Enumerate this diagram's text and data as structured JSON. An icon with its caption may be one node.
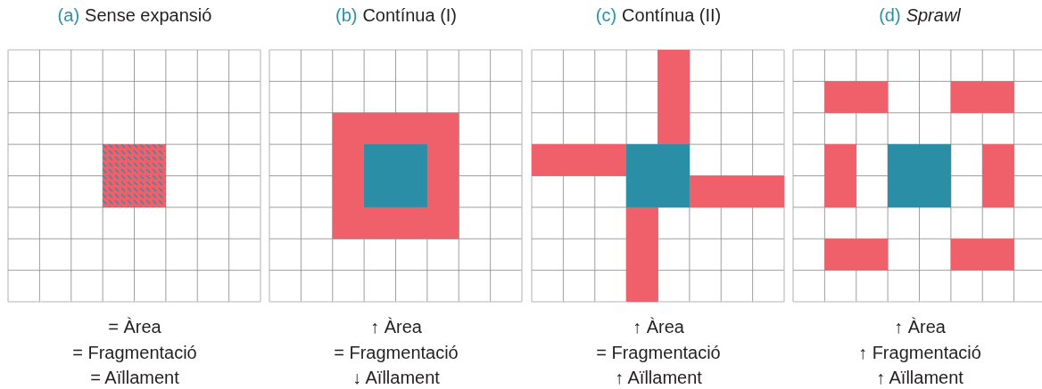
{
  "diagram": {
    "nodes": [
      {
        "text": [
          "(a)",
          "Sense expansió"
        ],
        "beside": [
          "= Àrea",
          "= Fragmentació",
          "= Aïllament"
        ]
      },
      {
        "text": [
          "(b)",
          "Contínua (I)"
        ],
        "beside": [
          "↑ Àrea",
          "= Fragmentació",
          "↓ Aïllament"
        ]
      },
      {
        "text": [
          "(c)",
          "Contínua (II)"
        ],
        "beside": [
          "↑ Àrea",
          "= Fragmentació",
          "↑ Aïllament"
        ]
      },
      {
        "text": [
          "(d)",
          "Sprawl"
        ],
        "beside": [
          "↑ Àrea",
          "↑ Fragmentació",
          "↑ Aïllament"
        ]
      }
    ]
  }
}
